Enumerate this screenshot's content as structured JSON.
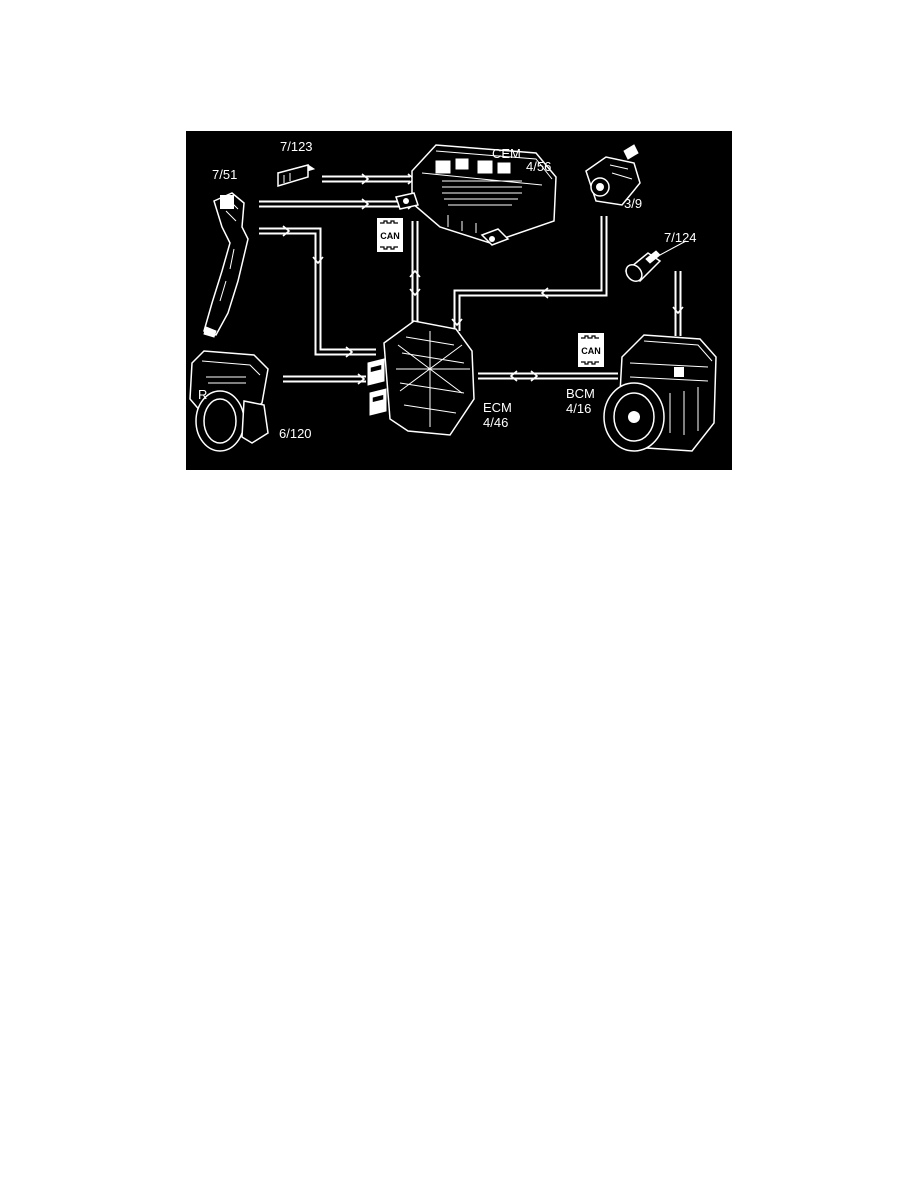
{
  "labels": {
    "pedal": "7/51",
    "switch": "7/123",
    "cem_name": "CEM",
    "cem_id": "4/56",
    "ignition": "3/9",
    "sensor": "7/124",
    "throttle": "6/120",
    "ecm_name": "ECM",
    "ecm_id": "4/46",
    "bcm_name": "BCM",
    "bcm_id": "4/16",
    "can_top": "CAN",
    "can_right": "CAN"
  },
  "colors": {
    "background": "#000000",
    "lines": "#ffffff",
    "page": "#ffffff"
  }
}
